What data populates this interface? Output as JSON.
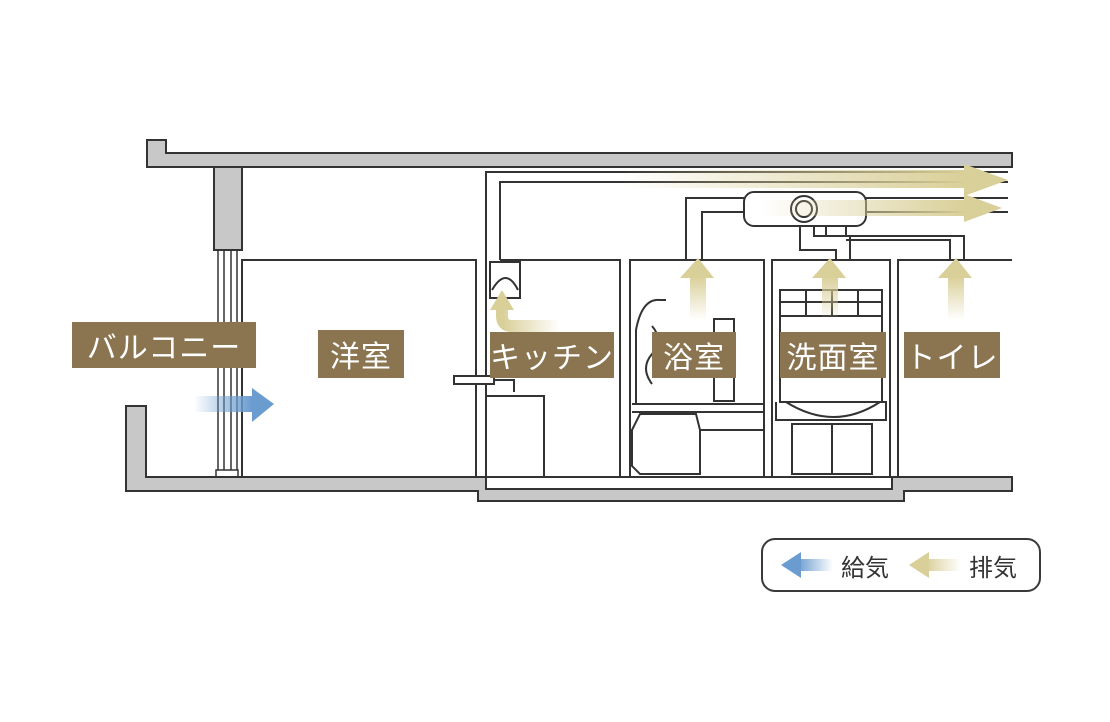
{
  "rooms": {
    "balcony": "バルコニー",
    "western_room": "洋室",
    "kitchen": "キッチン",
    "bathroom": "浴室",
    "washroom": "洗面室",
    "toilet": "トイレ"
  },
  "legend": {
    "supply": "給気",
    "exhaust": "排気"
  },
  "colors": {
    "label_bg": "#8b7450",
    "wall_fill": "#c8c8c8",
    "wall_line": "#333333",
    "supply_arrow": "#6a9ccf",
    "exhaust_arrow": "#d9cf98"
  }
}
